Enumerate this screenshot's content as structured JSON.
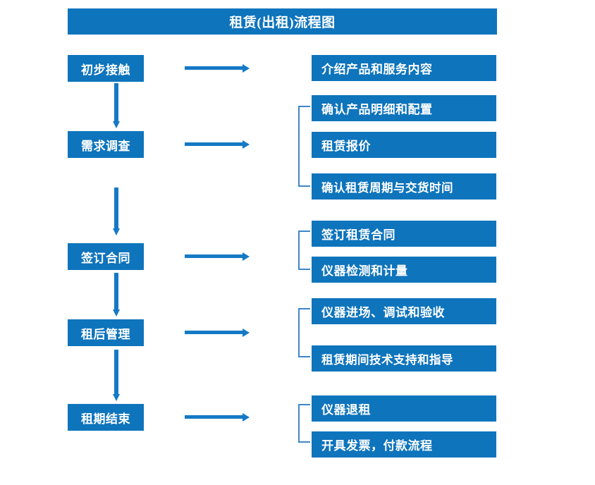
{
  "title": "租赁(出租)流程图",
  "colors": {
    "box_fill": "#0e74bc",
    "box_text": "#ffffff",
    "arrow": "#1479c6",
    "bracket": "#3d86c6",
    "background": "#ffffff"
  },
  "flow": {
    "stages": [
      {
        "id": "stage-1",
        "label": "初步接触"
      },
      {
        "id": "stage-2",
        "label": "需求调查"
      },
      {
        "id": "stage-3",
        "label": "签订合同"
      },
      {
        "id": "stage-4",
        "label": "租后管理"
      },
      {
        "id": "stage-5",
        "label": "租期结束"
      }
    ],
    "details": [
      {
        "id": "detail-1-1",
        "label": "介绍产品和服务内容"
      },
      {
        "id": "detail-2-1",
        "label": "确认产品明细和配置"
      },
      {
        "id": "detail-2-2",
        "label": "租赁报价"
      },
      {
        "id": "detail-2-3",
        "label": "确认租赁周期与交货时间"
      },
      {
        "id": "detail-3-1",
        "label": "签订租赁合同"
      },
      {
        "id": "detail-3-2",
        "label": "仪器检测和计量"
      },
      {
        "id": "detail-4-1",
        "label": "仪器进场、调试和验收"
      },
      {
        "id": "detail-4-2",
        "label": "租赁期间技术支持和指导"
      },
      {
        "id": "detail-5-1",
        "label": "仪器退租"
      },
      {
        "id": "detail-5-2",
        "label": "开具发票，付款流程"
      }
    ]
  }
}
